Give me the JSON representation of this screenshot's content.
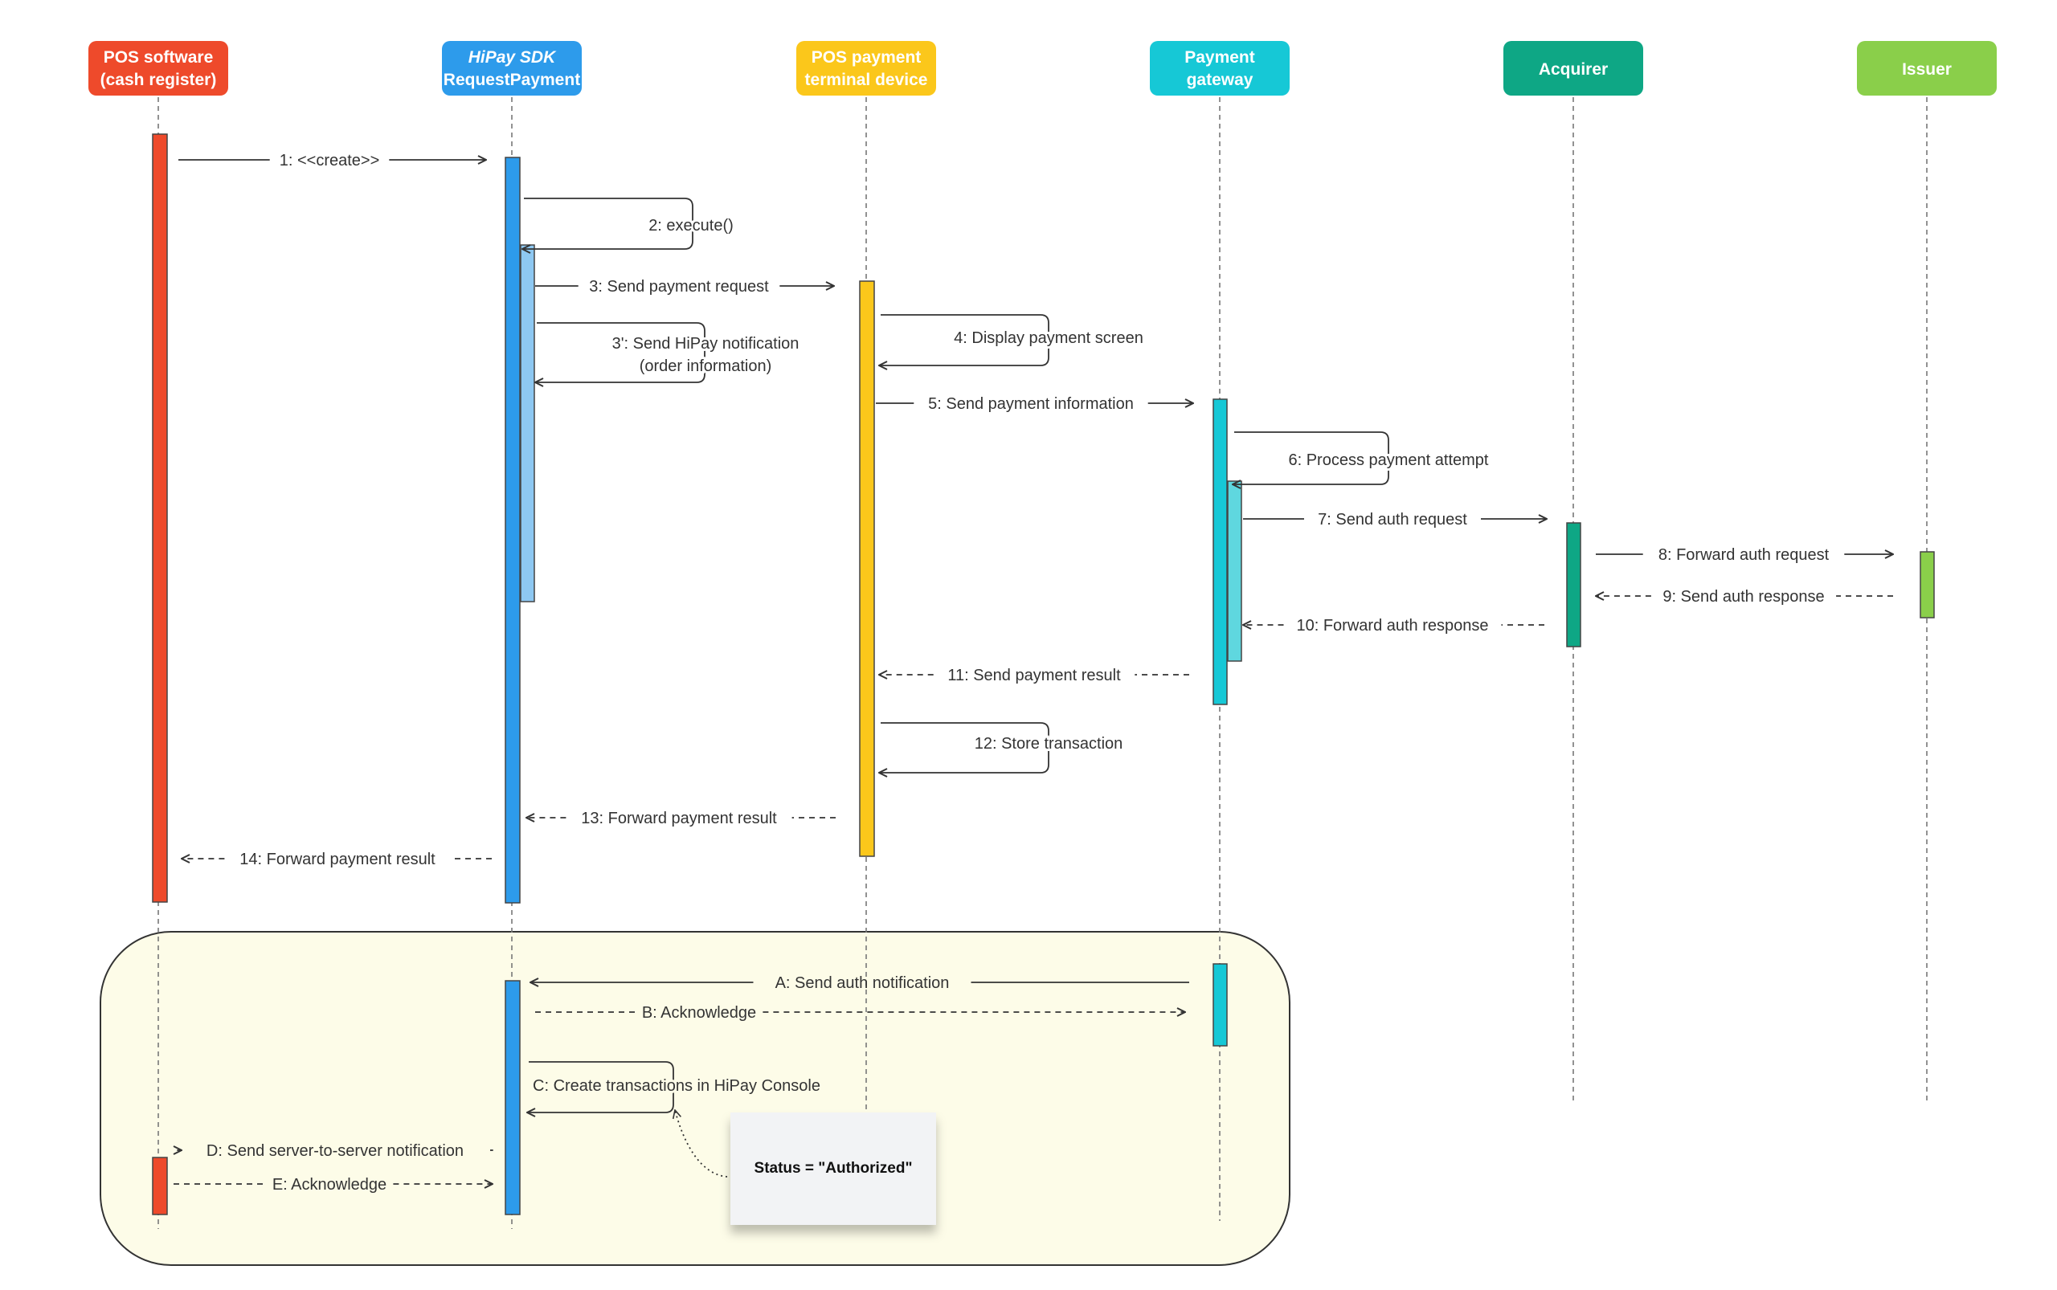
{
  "actors": [
    {
      "id": "pos",
      "lines": [
        "POS software",
        "(cash register)"
      ],
      "italic_first": false,
      "color": "#EE4A2B"
    },
    {
      "id": "sdk",
      "lines": [
        "HiPay SDK",
        "RequestPayment"
      ],
      "italic_first": true,
      "color": "#2D9BEB"
    },
    {
      "id": "term",
      "lines": [
        "POS payment",
        "terminal device"
      ],
      "italic_first": false,
      "color": "#FBC71B"
    },
    {
      "id": "gw",
      "lines": [
        "Payment",
        "gateway"
      ],
      "italic_first": false,
      "color": "#16C8D6"
    },
    {
      "id": "acq",
      "lines": [
        "Acquirer"
      ],
      "italic_first": false,
      "color": "#0EA785"
    },
    {
      "id": "iss",
      "lines": [
        "Issuer"
      ],
      "italic_first": false,
      "color": "#8ACF4A"
    }
  ],
  "messages": [
    {
      "id": "m1",
      "lines": [
        "1: <<create>>"
      ],
      "from": "pos",
      "to": "sdk",
      "style": "solid"
    },
    {
      "id": "m2",
      "lines": [
        "2: execute()"
      ],
      "from": "sdk",
      "to": "sdk",
      "style": "self"
    },
    {
      "id": "m3",
      "lines": [
        "3: Send payment request"
      ],
      "from": "sdk",
      "to": "term",
      "style": "solid"
    },
    {
      "id": "m3b",
      "lines": [
        "3': Send HiPay notification",
        "(order information)"
      ],
      "from": "sdk",
      "to": "sdk",
      "style": "self"
    },
    {
      "id": "m4",
      "lines": [
        "4: Display payment screen"
      ],
      "from": "term",
      "to": "term",
      "style": "self"
    },
    {
      "id": "m5",
      "lines": [
        "5: Send payment information"
      ],
      "from": "term",
      "to": "gw",
      "style": "solid"
    },
    {
      "id": "m6",
      "lines": [
        "6: Process payment attempt"
      ],
      "from": "gw",
      "to": "gw",
      "style": "self"
    },
    {
      "id": "m7",
      "lines": [
        "7: Send auth request"
      ],
      "from": "gw",
      "to": "acq",
      "style": "solid"
    },
    {
      "id": "m8",
      "lines": [
        "8: Forward auth request"
      ],
      "from": "acq",
      "to": "iss",
      "style": "solid"
    },
    {
      "id": "m9",
      "lines": [
        "9: Send auth response"
      ],
      "from": "iss",
      "to": "acq",
      "style": "dashed"
    },
    {
      "id": "m10",
      "lines": [
        "10: Forward auth response"
      ],
      "from": "acq",
      "to": "gw",
      "style": "dashed"
    },
    {
      "id": "m11",
      "lines": [
        "11: Send payment result"
      ],
      "from": "gw",
      "to": "term",
      "style": "dashed"
    },
    {
      "id": "m12",
      "lines": [
        "12: Store transaction"
      ],
      "from": "term",
      "to": "term",
      "style": "self"
    },
    {
      "id": "m13",
      "lines": [
        "13: Forward payment result"
      ],
      "from": "term",
      "to": "sdk",
      "style": "dashed"
    },
    {
      "id": "m14",
      "lines": [
        "14: Forward payment result"
      ],
      "from": "sdk",
      "to": "pos",
      "style": "dashed"
    },
    {
      "id": "mA",
      "lines": [
        "A: Send auth notification"
      ],
      "from": "gw",
      "to": "sdk",
      "style": "solid"
    },
    {
      "id": "mB",
      "lines": [
        "B: Acknowledge"
      ],
      "from": "sdk",
      "to": "gw",
      "style": "dashed"
    },
    {
      "id": "mC",
      "lines": [
        "C: Create transactions in HiPay Console"
      ],
      "from": "sdk",
      "to": "sdk",
      "style": "self"
    },
    {
      "id": "mD",
      "lines": [
        "D: Send server-to-server notification"
      ],
      "from": "sdk",
      "to": "pos",
      "style": "solid"
    },
    {
      "id": "mE",
      "lines": [
        "E: Acknowledge"
      ],
      "from": "pos",
      "to": "sdk",
      "style": "dashed"
    }
  ],
  "note": {
    "text": "Status = \"Authorized\""
  },
  "colors": {
    "line": "#333333",
    "lifeline": "#777777",
    "frame_fill": "#FDFCE8",
    "frame_stroke": "#333333",
    "sdk_light": "#8EC8F2",
    "gw_light": "#5FD7DF",
    "note_fill": "#F2F3F5"
  }
}
